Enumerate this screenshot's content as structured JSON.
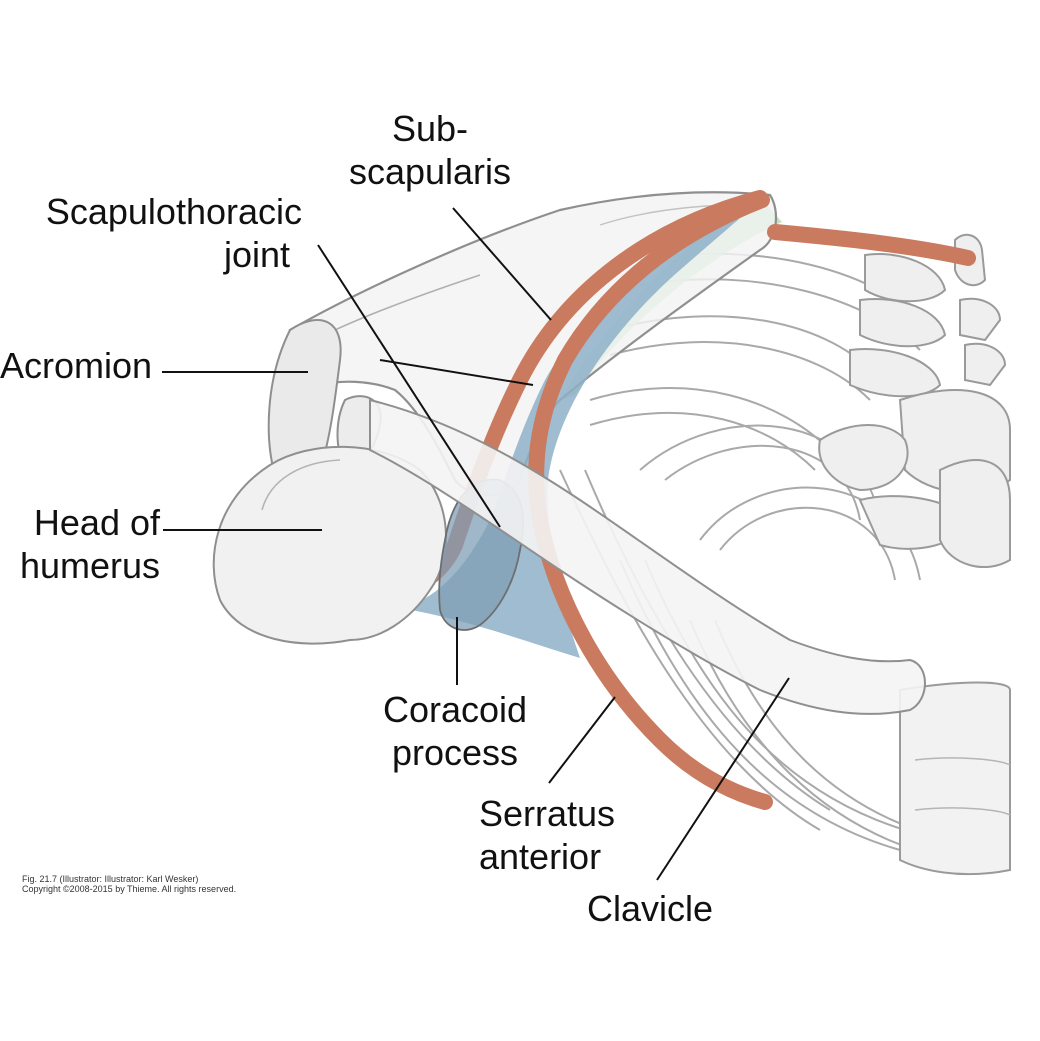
{
  "colors": {
    "bone_fill": "#f2f2f2",
    "bone_outline": "#9a9a9a",
    "bone_shade": "#dcdcdc",
    "serratus_muscle": "#c97a5f",
    "subscapularis_muscle": "#8eb0c8",
    "green_area": "#b9dcb4",
    "leader_line": "#111111"
  },
  "labels": {
    "subscapularis": {
      "line1": "Sub-",
      "line2": "scapularis"
    },
    "scapulothoracic_joint": {
      "line1": "Scapulothoracic",
      "line2": "joint"
    },
    "acromion": {
      "line1": "Acromion"
    },
    "head_of_humerus": {
      "line1": "Head of",
      "line2": "humerus"
    },
    "coracoid_process": {
      "line1": "Coracoid",
      "line2": "process"
    },
    "serratus_anterior": {
      "line1": "Serratus",
      "line2": "anterior"
    },
    "clavicle": {
      "line1": "Clavicle"
    }
  },
  "credit": {
    "line1": "Fig. 21.7   (Illustrator: Illustrator: Karl Wesker)",
    "line2": "Copyright ©2008-2015 by Thieme. All rights reserved."
  }
}
